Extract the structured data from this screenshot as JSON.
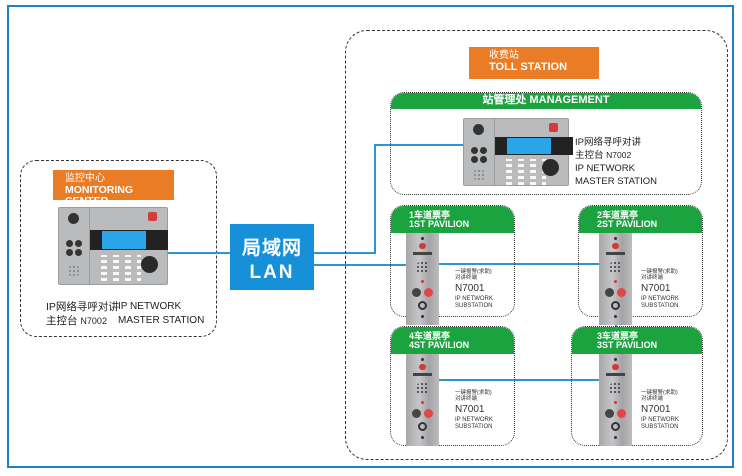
{
  "colors": {
    "frame": "#1a82c7",
    "link_line": "#2b95d6",
    "lan_box": "#1690d9",
    "orange_label": "#e97c24",
    "green_header": "#1aa33f"
  },
  "monitoring_center": {
    "label_cn": "监控中心",
    "label_en": "MONITORING CENTER",
    "device": {
      "name_cn_line1": "IP网络寻呼对讲",
      "name_cn_line2": "主控台",
      "model": "N7002",
      "name_en_line1": "IP NETWORK",
      "name_en_line2": "MASTER STATION"
    }
  },
  "lan": {
    "label_cn": "局域网",
    "label_en": "LAN"
  },
  "toll_station": {
    "label_cn": "收费站",
    "label_en": "TOLL STATION",
    "management": {
      "header": "站管理处 MANAGEMENT",
      "device": {
        "name_cn_line1": "IP网络寻呼对讲",
        "name_cn_line2": "主控台",
        "model": "N7002",
        "name_en_line1": "IP NETWORK",
        "name_en_line2": "MASTER STATION"
      }
    },
    "pavilions": [
      {
        "title_cn": "1车道票亭",
        "title_en": "1ST PAVILION",
        "device_cn_line1": "一键报警(求助)",
        "device_cn_line2": "对讲终端",
        "model": "N7001",
        "device_en_line1": "IP NETWORK",
        "device_en_line2": "SUBSTATION"
      },
      {
        "title_cn": "2车道票亭",
        "title_en": "2ST PAVILION",
        "device_cn_line1": "一键报警(求助)",
        "device_cn_line2": "对讲终端",
        "model": "N7001",
        "device_en_line1": "IP NETWORK",
        "device_en_line2": "SUBSTATION"
      },
      {
        "title_cn": "3车道票亭",
        "title_en": "3ST PAVILION",
        "device_cn_line1": "一键报警(求助)",
        "device_cn_line2": "对讲终端",
        "model": "N7001",
        "device_en_line1": "IP NETWORK",
        "device_en_line2": "SUBSTATION"
      },
      {
        "title_cn": "4车道票亭",
        "title_en": "4ST PAVILION",
        "device_cn_line1": "一键报警(求助)",
        "device_cn_line2": "对讲终端",
        "model": "N7001",
        "device_en_line1": "IP NETWORK",
        "device_en_line2": "SUBSTATION"
      }
    ]
  }
}
